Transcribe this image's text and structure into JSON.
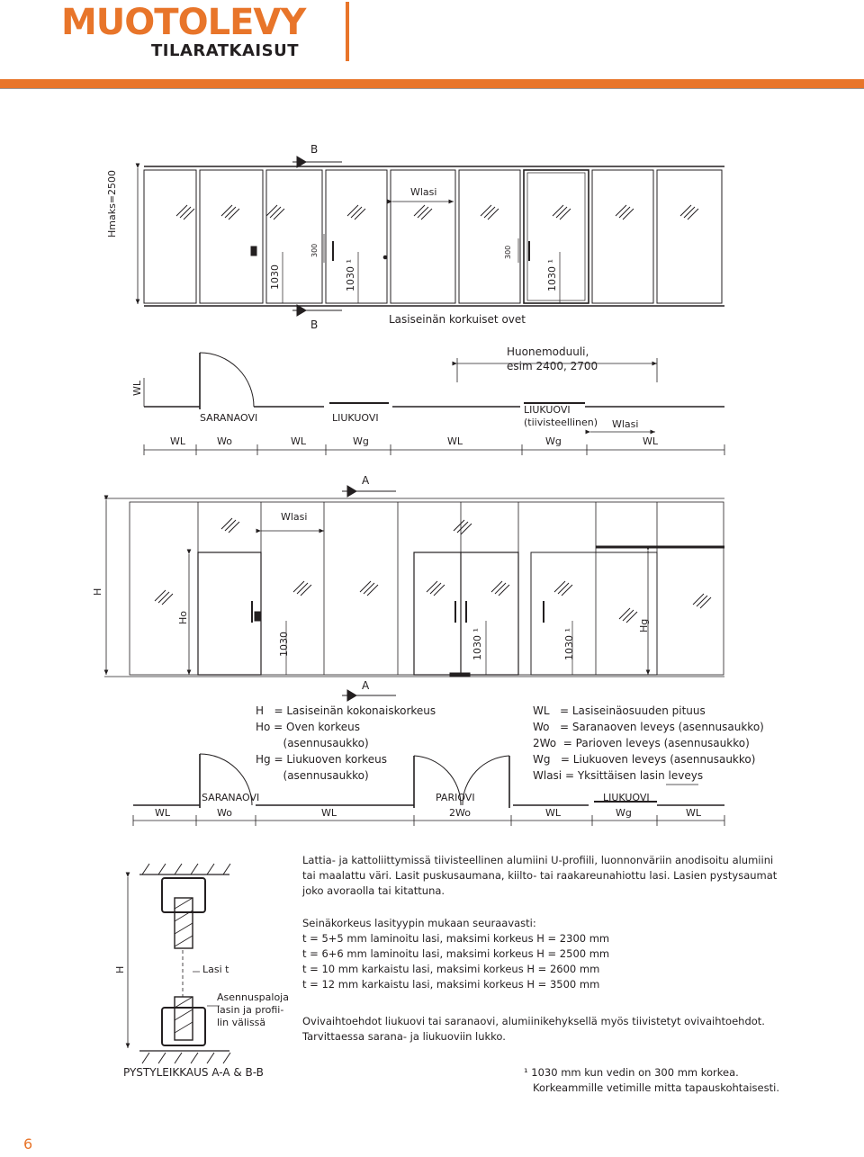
{
  "header": {
    "brand": "MUOTOLEVY",
    "subtitle": "TILARATKAISUT"
  },
  "elevation1": {
    "section_mark_top": "B",
    "section_mark_bottom": "B",
    "hmax": "Hmaks=2500",
    "wlasi": "Wlasi",
    "dim_1030": "1030",
    "dim_300": "300",
    "dim_1030_1": "1030 ¹",
    "dim_300b": "300",
    "dim_1030_1b": "1030 ¹",
    "caption": "Lasiseinän korkuiset ovet"
  },
  "plan1": {
    "room_module_1": "Huonemoduuli,",
    "room_module_2": "esim 2400, 2700",
    "wl_vertical": "WL",
    "saranaovi": "SARANAOVI",
    "liukuovi": "LIUKUOVI",
    "liukuovi_sealed_1": "LIUKUOVI",
    "liukuovi_sealed_2": "(tiivisteellinen)",
    "wlasi": "Wlasi",
    "bottom": [
      "WL",
      "Wo",
      "WL",
      "Wg",
      "WL",
      "Wg",
      "WL"
    ]
  },
  "elevation2": {
    "section_mark_top": "A",
    "section_mark_bottom": "A",
    "wlasi": "Wlasi",
    "h": "H",
    "ho": "Ho",
    "hg": "Hg",
    "dim_1030": "1030",
    "dim_1030_1": "1030 ¹",
    "dim_1030_1b": "1030 ¹"
  },
  "legend_left": [
    "H   = Lasiseinän kokonaiskorkeus",
    "Ho = Oven korkeus",
    "        (asennusaukko)",
    "Hg = Liukuoven korkeus",
    "        (asennusaukko)"
  ],
  "legend_right": [
    "WL   = Lasiseinäosuuden pituus",
    "Wo   = Saranaoven leveys (asennusaukko)",
    "2Wo  = Parioven leveys (asennusaukko)",
    "Wg   = Liukuoven leveys (asennusaukko)",
    "Wlasi = Yksittäisen lasin leveys"
  ],
  "plan2": {
    "saranaovi": "SARANAOVI",
    "pariovi": "PARIOVI",
    "liukuovi": "LIUKUOVI",
    "bottom": [
      "WL",
      "Wo",
      "WL",
      "2Wo",
      "WL",
      "Wg",
      "WL"
    ]
  },
  "section": {
    "h": "H",
    "lasi": "Lasi t",
    "asennus": [
      "Asennuspaloja",
      "lasin ja profii-",
      "lin välissä"
    ],
    "caption": "PYSTYLEIKKAUS A-A & B-B"
  },
  "text": {
    "p1": [
      "Lattia- ja kattoliittymissä tiivisteellinen alumiini U-profiili, luonnonväriin anodisoitu alumiini",
      "tai maalattu väri. Lasit puskusaumana, kiilto- tai raakareunahiottu lasi. Lasien pystysaumat",
      "joko avoraolla tai kitattuna."
    ],
    "p2": [
      "Seinäkorkeus lasityypin mukaan seuraavasti:",
      "t = 5+5 mm laminoitu lasi, maksimi korkeus H = 2300 mm",
      "t = 6+6 mm laminoitu lasi, maksimi korkeus H = 2500 mm",
      "t = 10 mm karkaistu lasi, maksimi korkeus H = 2600 mm",
      "t = 12 mm karkaistu lasi, maksimi korkeus H = 3500 mm"
    ],
    "p3": [
      "Ovivaihtoehdot liukuovi tai saranaovi, alumiinikehyksellä myös tiivistetyt ovivaihtoehdot.",
      "Tarvittaessa sarana- ja liukuoviin lukko."
    ],
    "footnote_1": "¹ 1030 mm kun vedin on 300 mm korkea.",
    "footnote_2": "Korkeammille vetimille mitta tapauskohtaisesti."
  },
  "page_number": "6",
  "colors": {
    "brand": "#e8752a",
    "ink": "#231f20"
  }
}
